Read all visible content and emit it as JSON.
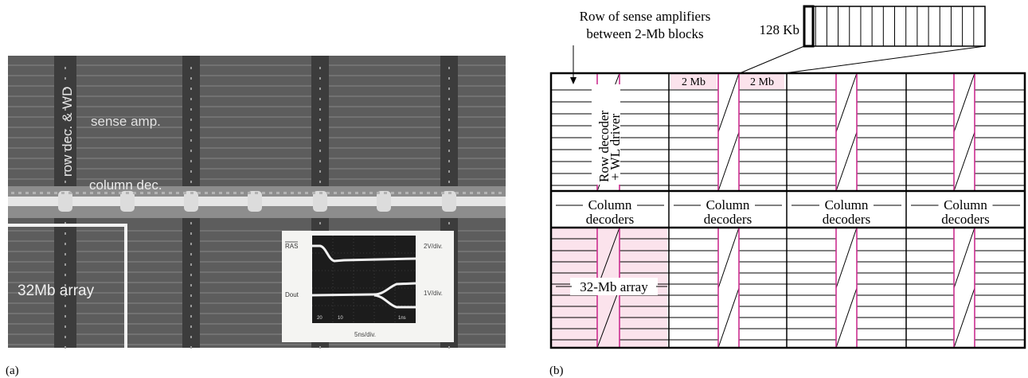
{
  "panel_a": {
    "caption": "(a)",
    "labels": {
      "row_dec": "row dec. & WD",
      "sense_amp": "sense amp.",
      "column_dec": "column dec.",
      "array": "32Mb array"
    },
    "scope": {
      "ras": "RAS",
      "dout": "Dout",
      "ch1_scale": "2V/div.",
      "ch2_scale": "1V/div.",
      "time_scale": "5ns/div.",
      "tick_labels": [
        "20",
        "10",
        "",
        "",
        "1ns"
      ]
    }
  },
  "panel_b": {
    "caption": "(b)",
    "sense_amp_note_line1": "Row of sense amplifiers",
    "sense_amp_note_line2": "between 2-Mb blocks",
    "block_128kb": "128 Kb",
    "block_2mb_left": "2 Mb",
    "block_2mb_right": "2 Mb",
    "row_decoder_line1": "Row decoder",
    "row_decoder_line2": "+ WL driver",
    "column_word": "Column",
    "decoders_word": "decoders",
    "array_label": "32-Mb array",
    "colors": {
      "magenta": "#cc2e8f",
      "pink_fill": "#fbe3ec"
    }
  }
}
